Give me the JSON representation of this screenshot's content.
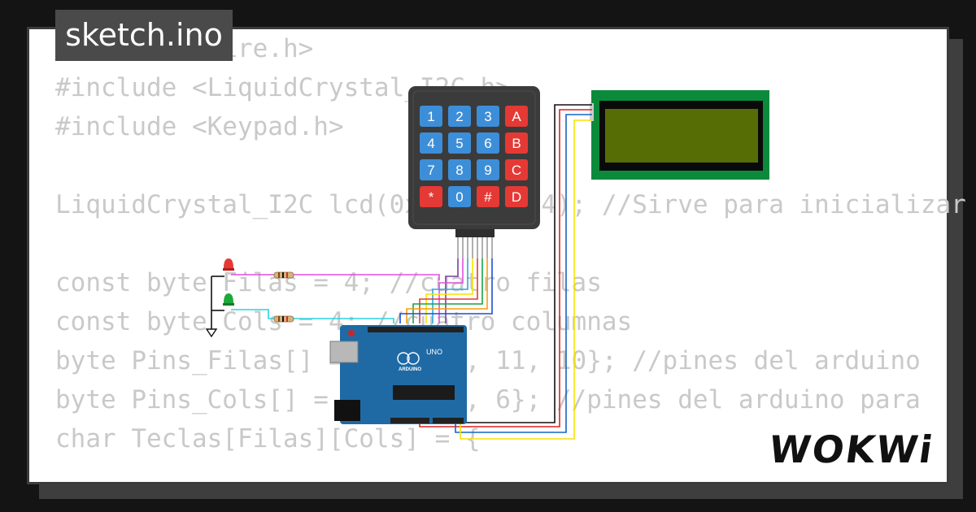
{
  "header": {
    "filename": "sketch.ino"
  },
  "code_lines": [
    "#include <Wire.h>",
    "#include <LiquidCrystal_I2C.h>",
    "#include <Keypad.h>",
    "",
    "LiquidCrystal_I2C lcd(0x27, 20, 4); //Sirve para inicializar",
    "",
    "const byte Filas = 4; //cuatro filas",
    "const byte Cols = 4; //cuatro columnas",
    "byte Pins_Filas[] = {13, 12, 11, 10}; //pines del arduino",
    "byte Pins_Cols[] = {9, 8, 7, 6}; //pines del arduino para",
    "char Teclas[Filas][Cols] = {"
  ],
  "keypad": {
    "keys": [
      "1",
      "2",
      "3",
      "A",
      "4",
      "5",
      "6",
      "B",
      "7",
      "8",
      "9",
      "C",
      "*",
      "0",
      "#",
      "D"
    ]
  },
  "arduino": {
    "brand": "ARDUINO",
    "model": "UNO"
  },
  "logo": {
    "text": "WOKWi"
  },
  "colors": {
    "keypad_body": "#3b3b3b",
    "key_blue": "#3d8ed8",
    "key_red": "#e53935",
    "lcd_pcb": "#0b8a3c",
    "lcd_screen": "#566d06",
    "arduino_board": "#1f6aa5"
  }
}
